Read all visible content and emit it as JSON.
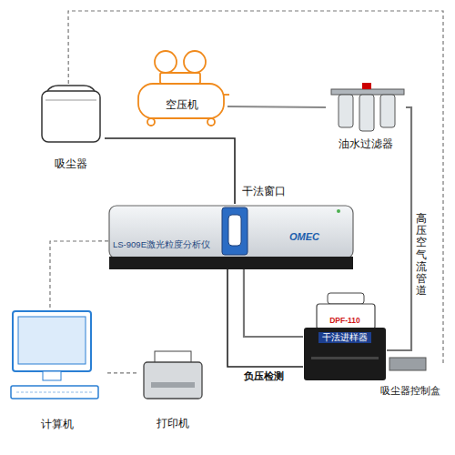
{
  "diagram": {
    "nodes": [
      {
        "text": [
          "吸尘器"
        ]
      },
      {
        "text": [
          "空压机"
        ]
      },
      {
        "text": [
          "油水过滤器"
        ]
      },
      {
        "text": [
          "LS-909E激光粒度分析仪",
          "OMEC"
        ]
      },
      {
        "text": [
          "计算机"
        ]
      },
      {
        "text": [
          "打印机"
        ]
      },
      {
        "text": [
          "DPF-110",
          "干法进样器"
        ]
      },
      {
        "text": [
          "吸尘器控制盒"
        ]
      }
    ],
    "edges": [
      {
        "from": 0,
        "to": 7,
        "arrow": "none"
      },
      {
        "from": 0,
        "to": 3,
        "arrow": "none"
      },
      {
        "from": 1,
        "to": 2,
        "arrow": "none"
      },
      {
        "from": 2,
        "to": 6,
        "label": "高压空气流管道",
        "arrow": "none"
      },
      {
        "from": 3,
        "to": 6,
        "label": "负压检测",
        "arrow": "none"
      },
      {
        "from": 3,
        "to": 6,
        "arrow": "none"
      },
      {
        "from": 4,
        "to": 3,
        "arrow": "none"
      },
      {
        "from": 4,
        "to": 5,
        "arrow": "none"
      }
    ],
    "labels": [
      "干法窗口"
    ]
  }
}
